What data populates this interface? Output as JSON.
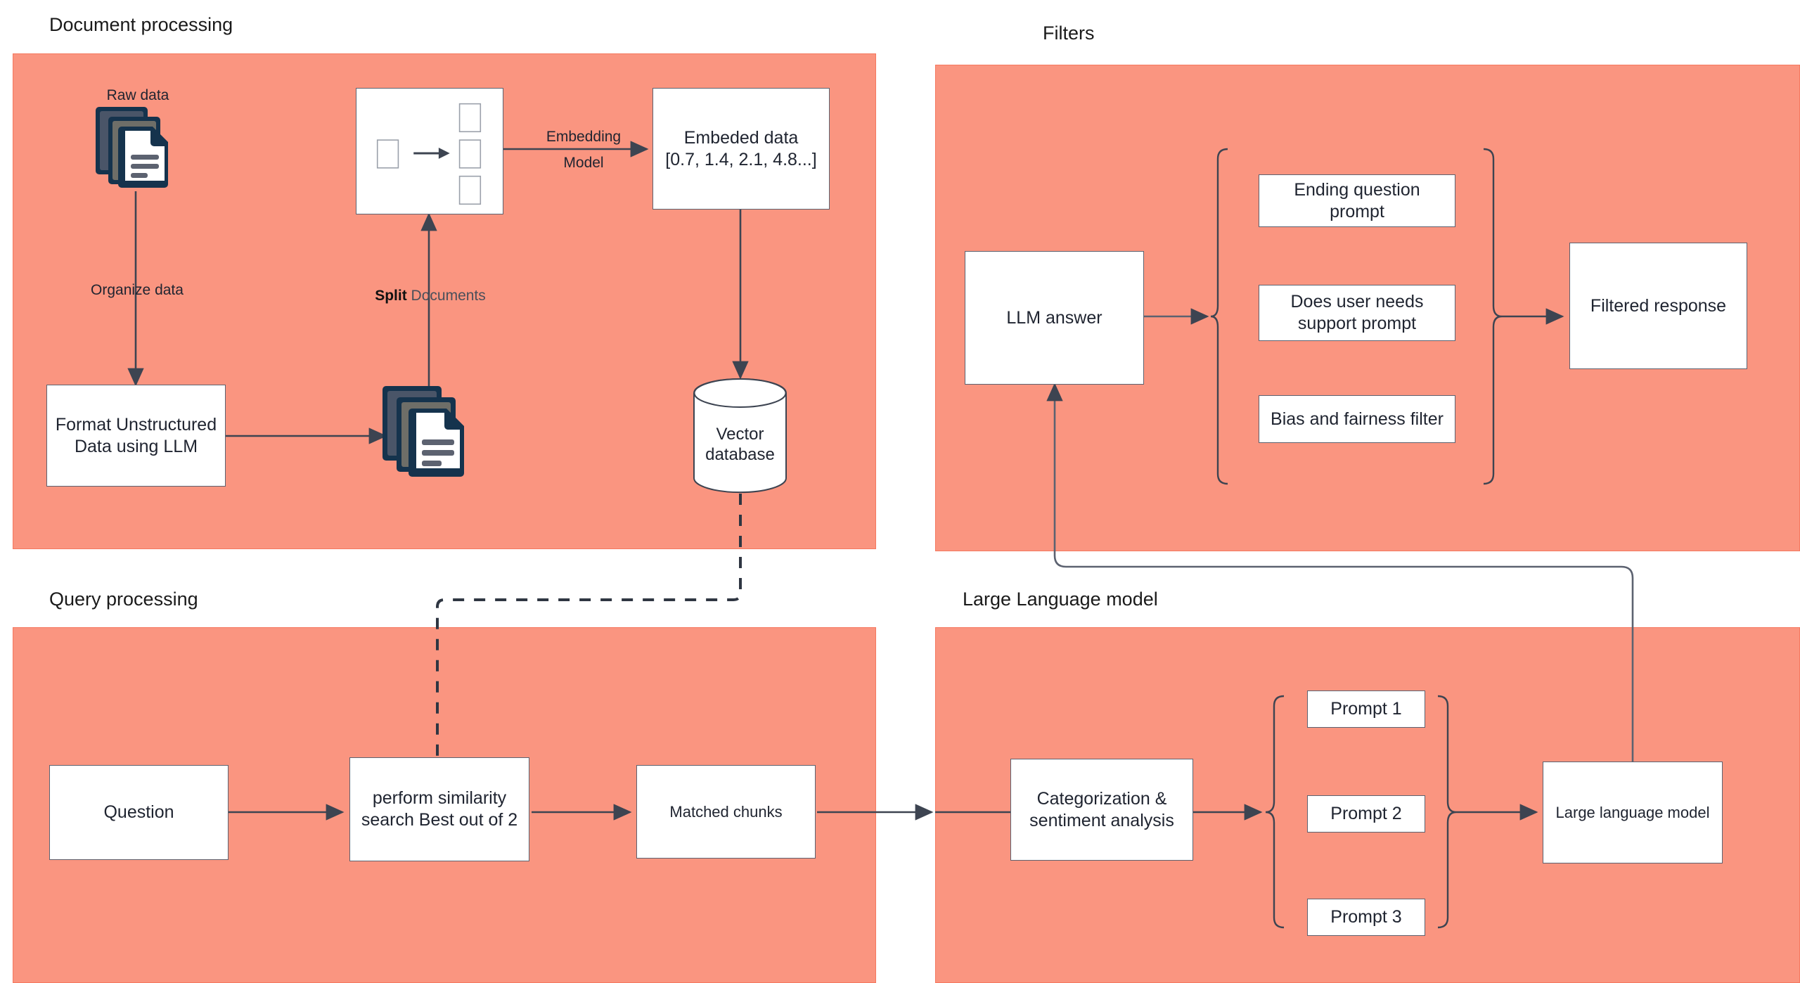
{
  "diagram": {
    "title_font_color": "#1a1a1a",
    "panel_fill": "#FA9580",
    "panel_stroke": "#F5785F",
    "node_fill": "#FFFFFF",
    "node_stroke": "#5C6270",
    "wire_color": "#3D4451",
    "doc_icon_dark": "#15334D",
    "doc_icon_gray": "#6E6E68"
  },
  "panels": {
    "document_processing": {
      "title": "Document processing"
    },
    "filters": {
      "title": "Filters"
    },
    "query_processing": {
      "title": "Query processing"
    },
    "large_language_model": {
      "title": "Large Language model"
    }
  },
  "document_processing": {
    "raw_data_label": "Raw data",
    "organize_data_label": "Organize data",
    "split_documents_bold": "Split",
    "split_documents_rest": " Documents",
    "embedding_label_line1": "Embedding",
    "embedding_label_line2": "Model",
    "format_box": "Format Unstructured Data using LLM",
    "embedded_box_line1": "Embeded data",
    "embedded_box_line2": "[0.7, 1.4, 2.1, 4.8...]",
    "vector_db_line1": "Vector",
    "vector_db_line2": "database"
  },
  "filters": {
    "llm_answer": "LLM answer",
    "items": [
      "Ending question prompt",
      "Does user needs support prompt",
      "Bias and fairness filter"
    ],
    "filtered_response": "Filtered response"
  },
  "query_processing": {
    "question": "Question",
    "similarity_search": "perform similarity search Best out of 2",
    "matched_chunks": "Matched chunks"
  },
  "llm_section": {
    "categorization": "Categorization & sentiment analysis",
    "prompts": [
      "Prompt 1",
      "Prompt 2",
      "Prompt 3"
    ],
    "large_language_model": "Large language model"
  }
}
